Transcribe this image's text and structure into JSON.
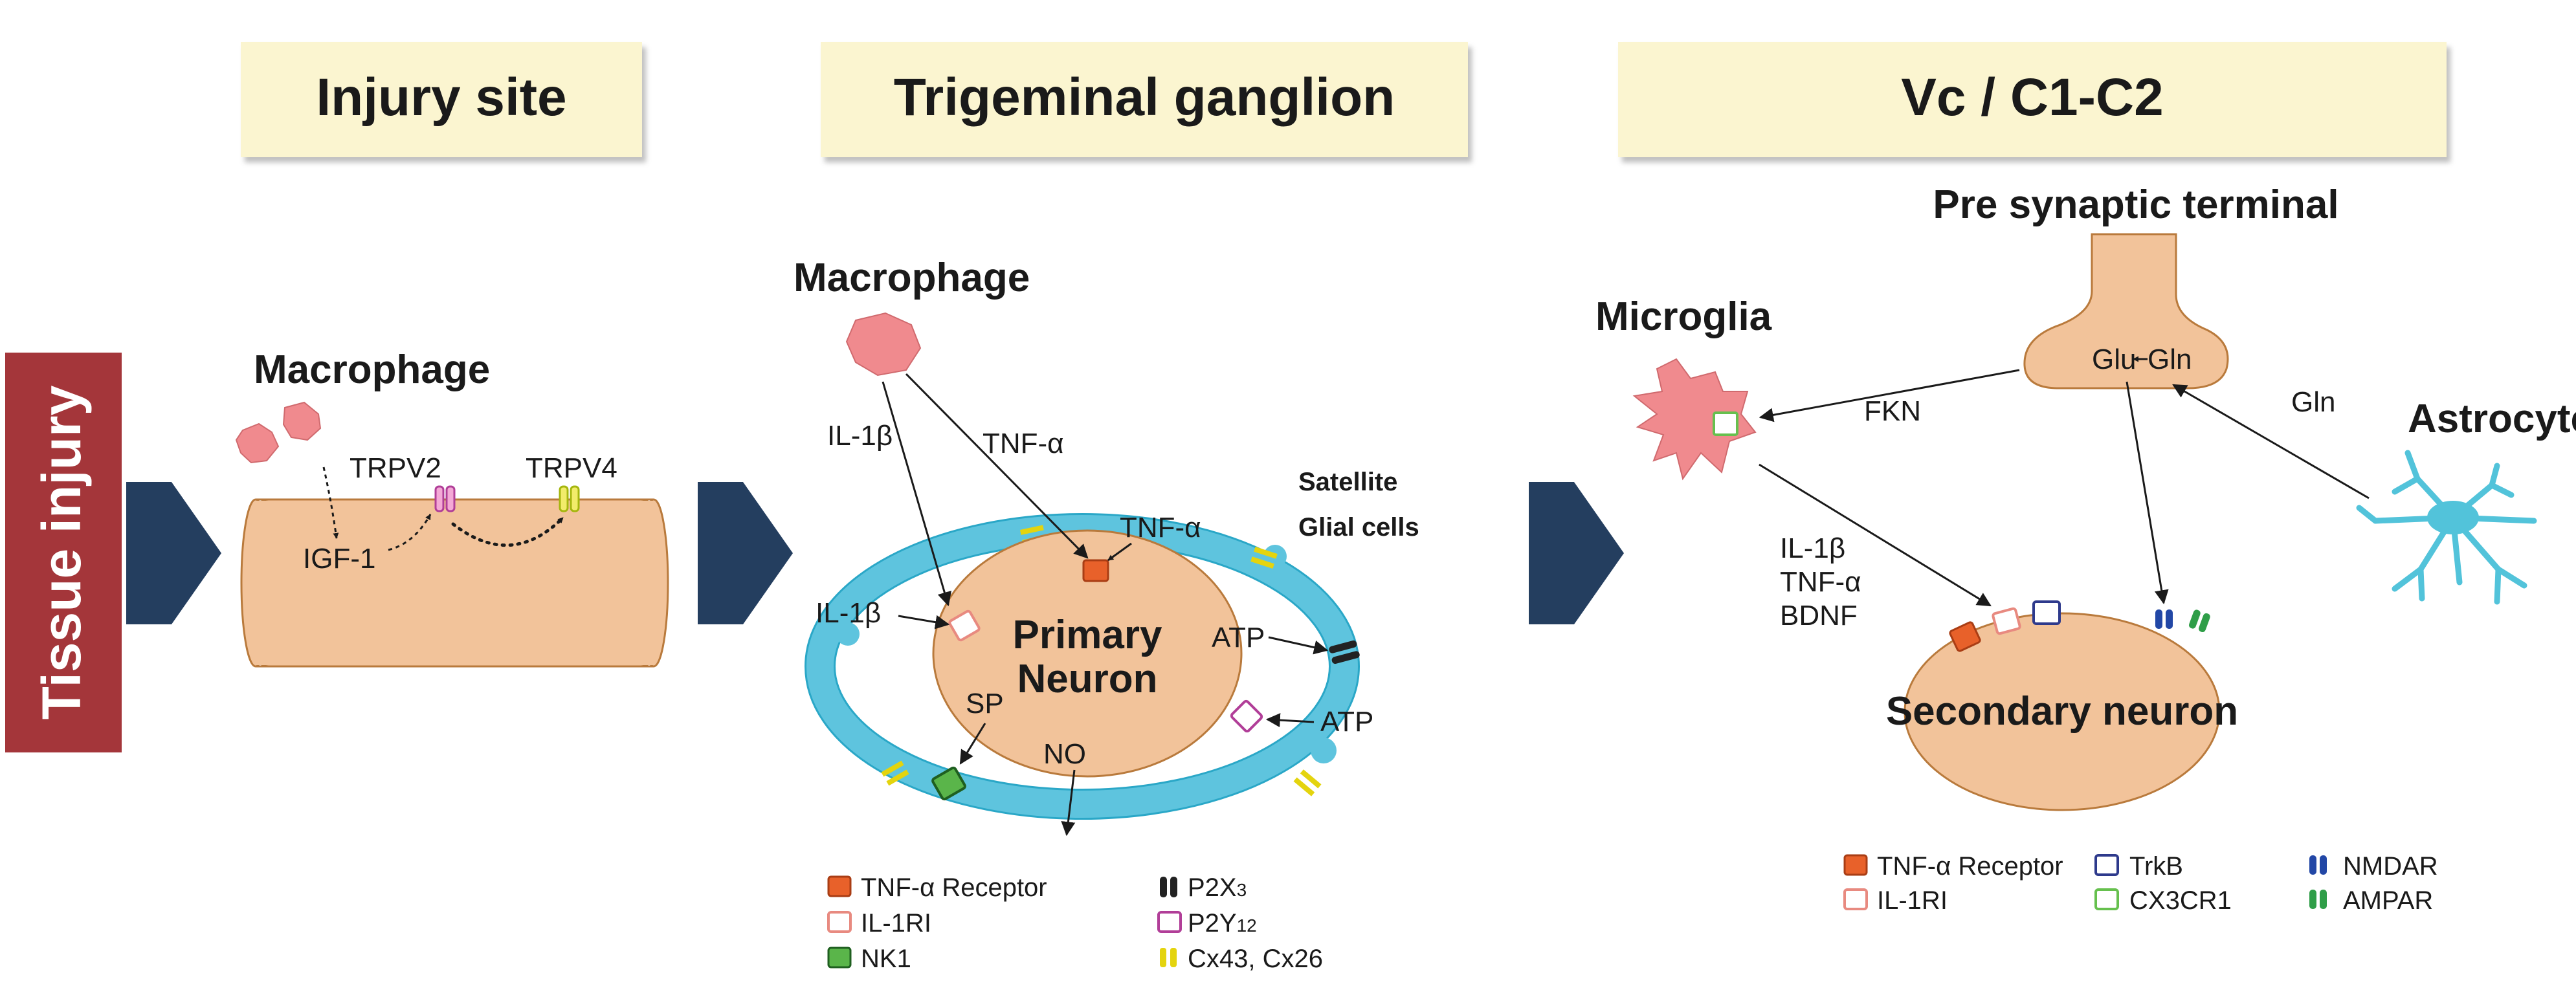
{
  "side_label": "Tissue injury",
  "headers": {
    "injury_site": "Injury site",
    "trigeminal": "Trigeminal ganglion",
    "vc": "Vc / C1-C2"
  },
  "injury_site": {
    "macrophage": "Macrophage",
    "trpv2": "TRPV2",
    "trpv4": "TRPV4",
    "igf1": "IGF-1"
  },
  "trigeminal": {
    "macrophage": "Macrophage",
    "il1b_top": "IL-1β",
    "tnfa_top": "TNF-α",
    "tnfa_inner": "TNF-α",
    "il1b_left": "IL-1β",
    "satellite_1": "Satellite",
    "satellite_2": "Glial cells",
    "primary_1": "Primary",
    "primary_2": "Neuron",
    "atp_1": "ATP",
    "atp_2": "ATP",
    "sp": "SP",
    "no": "NO",
    "legend": {
      "tnf_receptor": "TNF-α Receptor",
      "il1ri": "IL-1RI",
      "nk1": "NK1",
      "p2x3_base": "P2X",
      "p2x3_sub": "3",
      "p2y12_base": "P2Y",
      "p2y12_sub": "12",
      "cx": "Cx43, Cx26"
    }
  },
  "vc": {
    "presynaptic": "Pre synaptic terminal",
    "glu": "Glu",
    "gln_inner": "Gln",
    "microglia": "Microglia",
    "fkn": "FKN",
    "gln_astro": "Gln",
    "astrocyte": "Astrocyte",
    "il1b": "IL-1β",
    "tnfa": "TNF-α",
    "bdnf": "BDNF",
    "secondary": "Secondary neuron",
    "legend": {
      "tnf_receptor": "TNF-α Receptor",
      "il1ri": "IL-1RI",
      "trkb": "TrkB",
      "cx3cr1": "CX3CR1",
      "nmdar": "NMDAR",
      "ampar": "AMPAR"
    }
  },
  "colors": {
    "header_bg": "#fbf5d0",
    "tissue_bg": "#a4363a",
    "arrow_navy": "#243e5f",
    "cell_tan": "#f2c39a",
    "cell_stroke": "#b97a3c",
    "macrophage": "#f08a8e",
    "satellite_blue": "#5ec4de",
    "tnf_receptor": "#e8612a",
    "il1ri": "#e88a80",
    "nk1": "#5ab54a",
    "p2y12": "#b13e98",
    "connexin": "#e4d40e",
    "trkb": "#2e3a8c",
    "cx3cr1": "#66c04e",
    "nmdar": "#2247a6",
    "ampar": "#2f9e48"
  }
}
